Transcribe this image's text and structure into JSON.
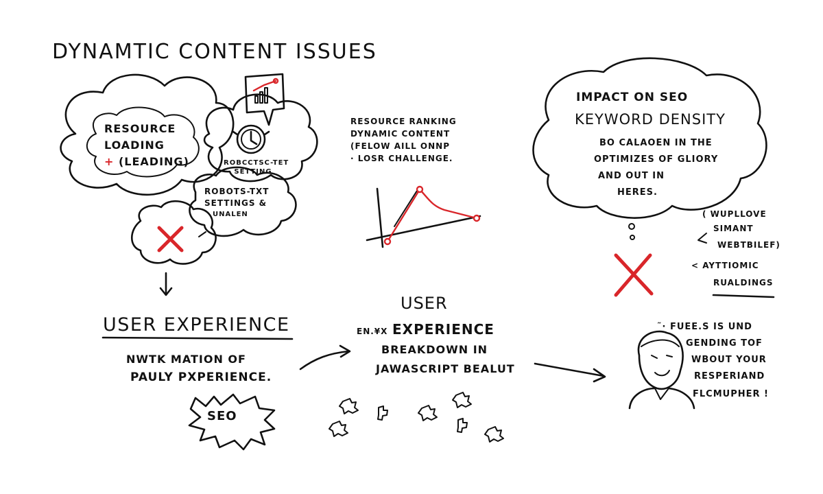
{
  "title": "Dynamtic Content Issues",
  "resource_loading": {
    "line1": "Resource",
    "line2": "Loading",
    "plus": "+",
    "line3": "(Leading)"
  },
  "robots_bubble": {
    "line1": "Robcctsc-tet",
    "line2": "Setting"
  },
  "robots_small_bubble": {
    "line1": "Robots-txt",
    "line2": "Settings &",
    "line3": "unalen"
  },
  "ranking_note": {
    "line1": "Resource Ranking",
    "line2": "Dynamic Content",
    "line3": "(Felow aill onnp",
    "line4": "· Losr challenge."
  },
  "seo_bubble": {
    "line1": "Impact on SEO",
    "line2": "Keyword Density",
    "line3": "Bo calaoen in the",
    "line4": "Optimizes of gliory",
    "line5": "and out in",
    "line6": "heres."
  },
  "side_note": {
    "line1": "( Wupllove",
    "line2": "Simant",
    "line3": "webtbilef)",
    "line4": "< Ayttiomic",
    "line5": "rualdings"
  },
  "user_experience": {
    "heading": "User Experience",
    "line1": "Nwtk Mation of",
    "line2": "Pauly Pxperience."
  },
  "seo_badge": "SEO",
  "breakdown": {
    "line1": "User",
    "line2_prefix": "En.¥x",
    "line2": "Experience",
    "line3": "Breakdown in",
    "line4": "JawaScript Bealut"
  },
  "person_note": {
    "line1": "˜· Fuee.s is und",
    "line2": "Gending tof",
    "line3": "wbout your",
    "line4": "Resperiand",
    "line5": "Flcmupher !"
  },
  "colors": {
    "ink": "#111111",
    "accent_red": "#d9262a",
    "background": "#ffffff"
  },
  "icons": [
    "cloud",
    "clock-icon",
    "bar-chart-icon",
    "red-x-icon",
    "down-arrow-icon",
    "right-arrow-icon",
    "person-icon",
    "puzzle-piece-icon",
    "line-chart-icon"
  ]
}
